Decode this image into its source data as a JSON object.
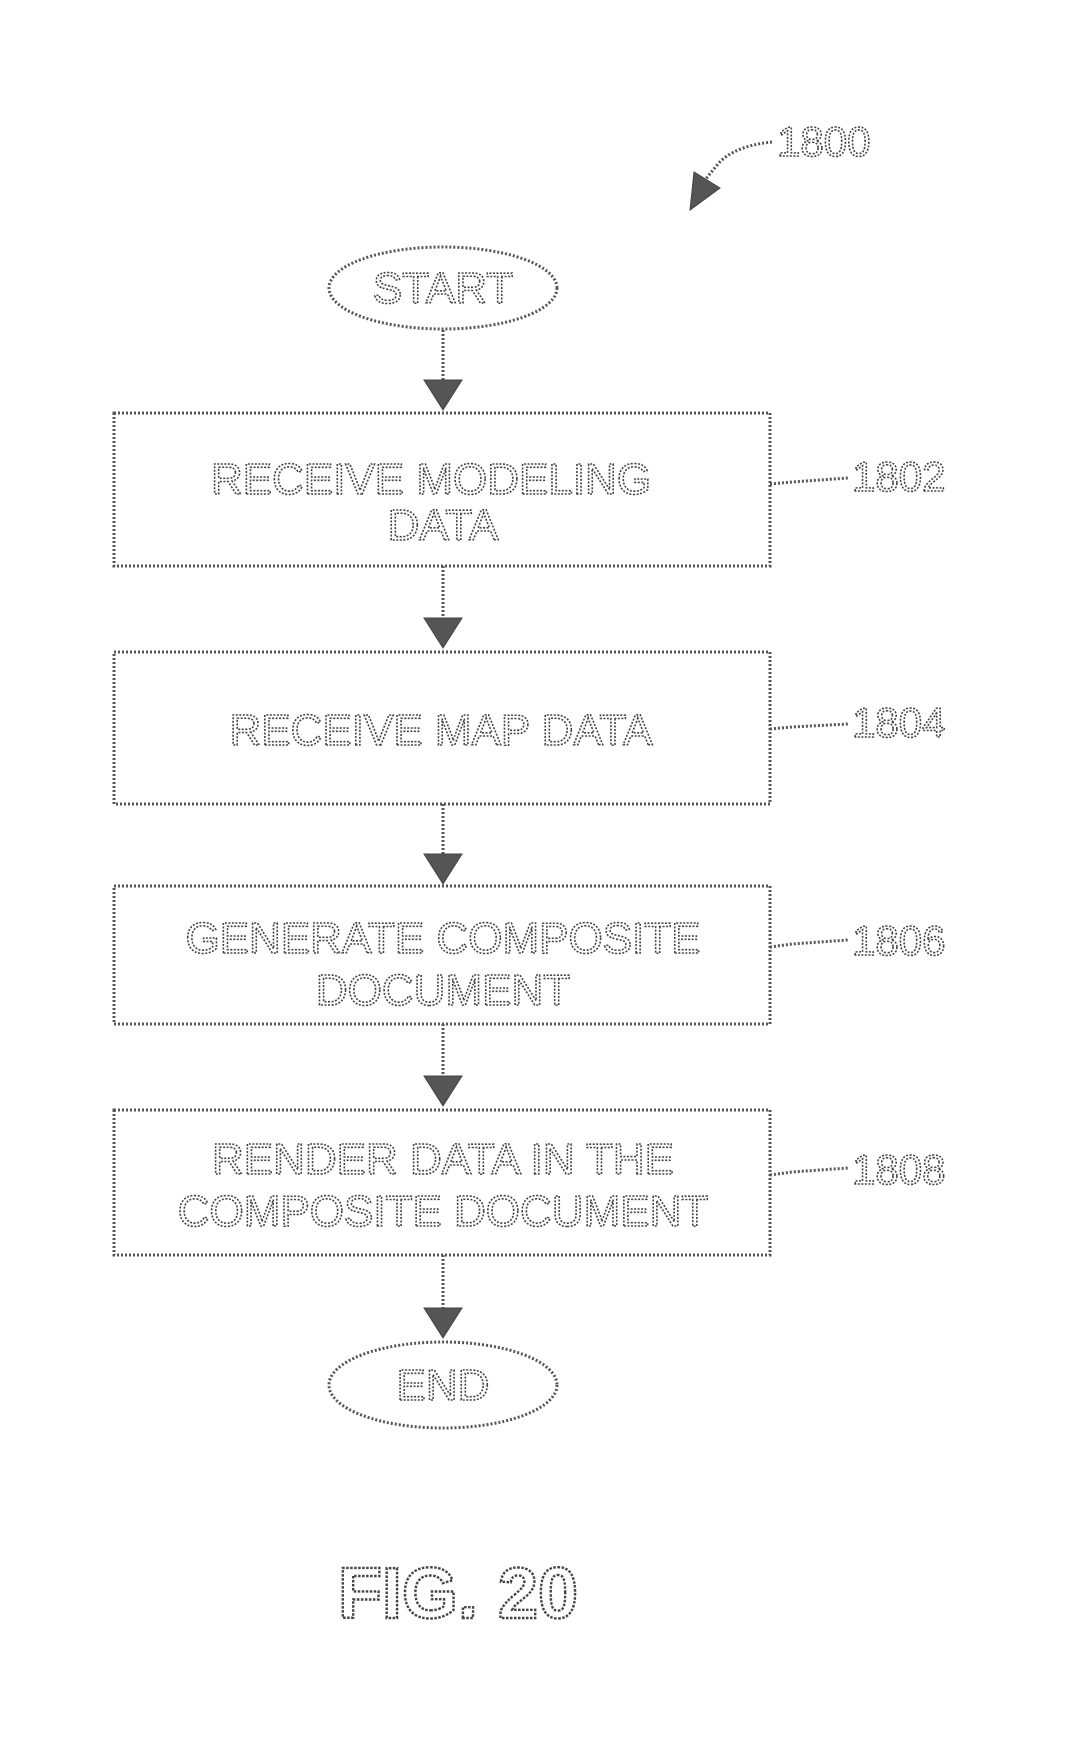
{
  "diagram": {
    "reference": "1800",
    "start_label": "START",
    "end_label": "END",
    "steps": [
      {
        "lines": [
          "RECEIVE MODELING",
          "DATA"
        ],
        "ref": "1802"
      },
      {
        "lines": [
          "RECEIVE MAP DATA"
        ],
        "ref": "1804"
      },
      {
        "lines": [
          "GENERATE COMPOSITE",
          "DOCUMENT"
        ],
        "ref": "1806"
      },
      {
        "lines": [
          "RENDER DATA IN THE",
          "COMPOSITE DOCUMENT"
        ],
        "ref": "1808"
      }
    ],
    "figure_label": "FIG. 20"
  }
}
